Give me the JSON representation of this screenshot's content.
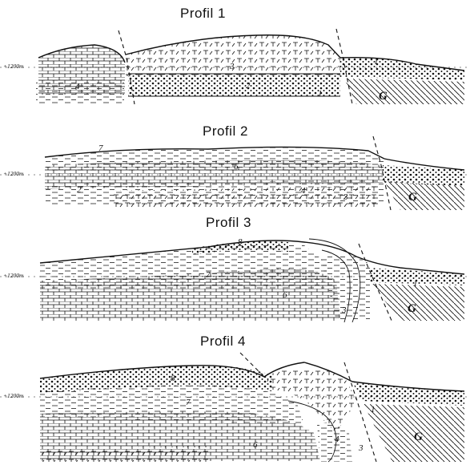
{
  "profiles": [
    {
      "title": "Profil 1",
      "elevation": "+1200m",
      "units": [
        "1",
        "2",
        "3",
        "1",
        "4",
        "G"
      ]
    },
    {
      "title": "Profil 2",
      "elevation": "+1200m",
      "units": [
        "7",
        "6",
        "2",
        "4",
        "3",
        "G"
      ]
    },
    {
      "title": "Profil 3",
      "elevation": "+1200m",
      "units": [
        "8",
        "7",
        "6",
        "3",
        "1",
        "G"
      ]
    },
    {
      "title": "Profil 4",
      "elevation": "+1200m",
      "units": [
        "8",
        "7",
        "6",
        "4",
        "3",
        "1",
        "G"
      ]
    }
  ]
}
